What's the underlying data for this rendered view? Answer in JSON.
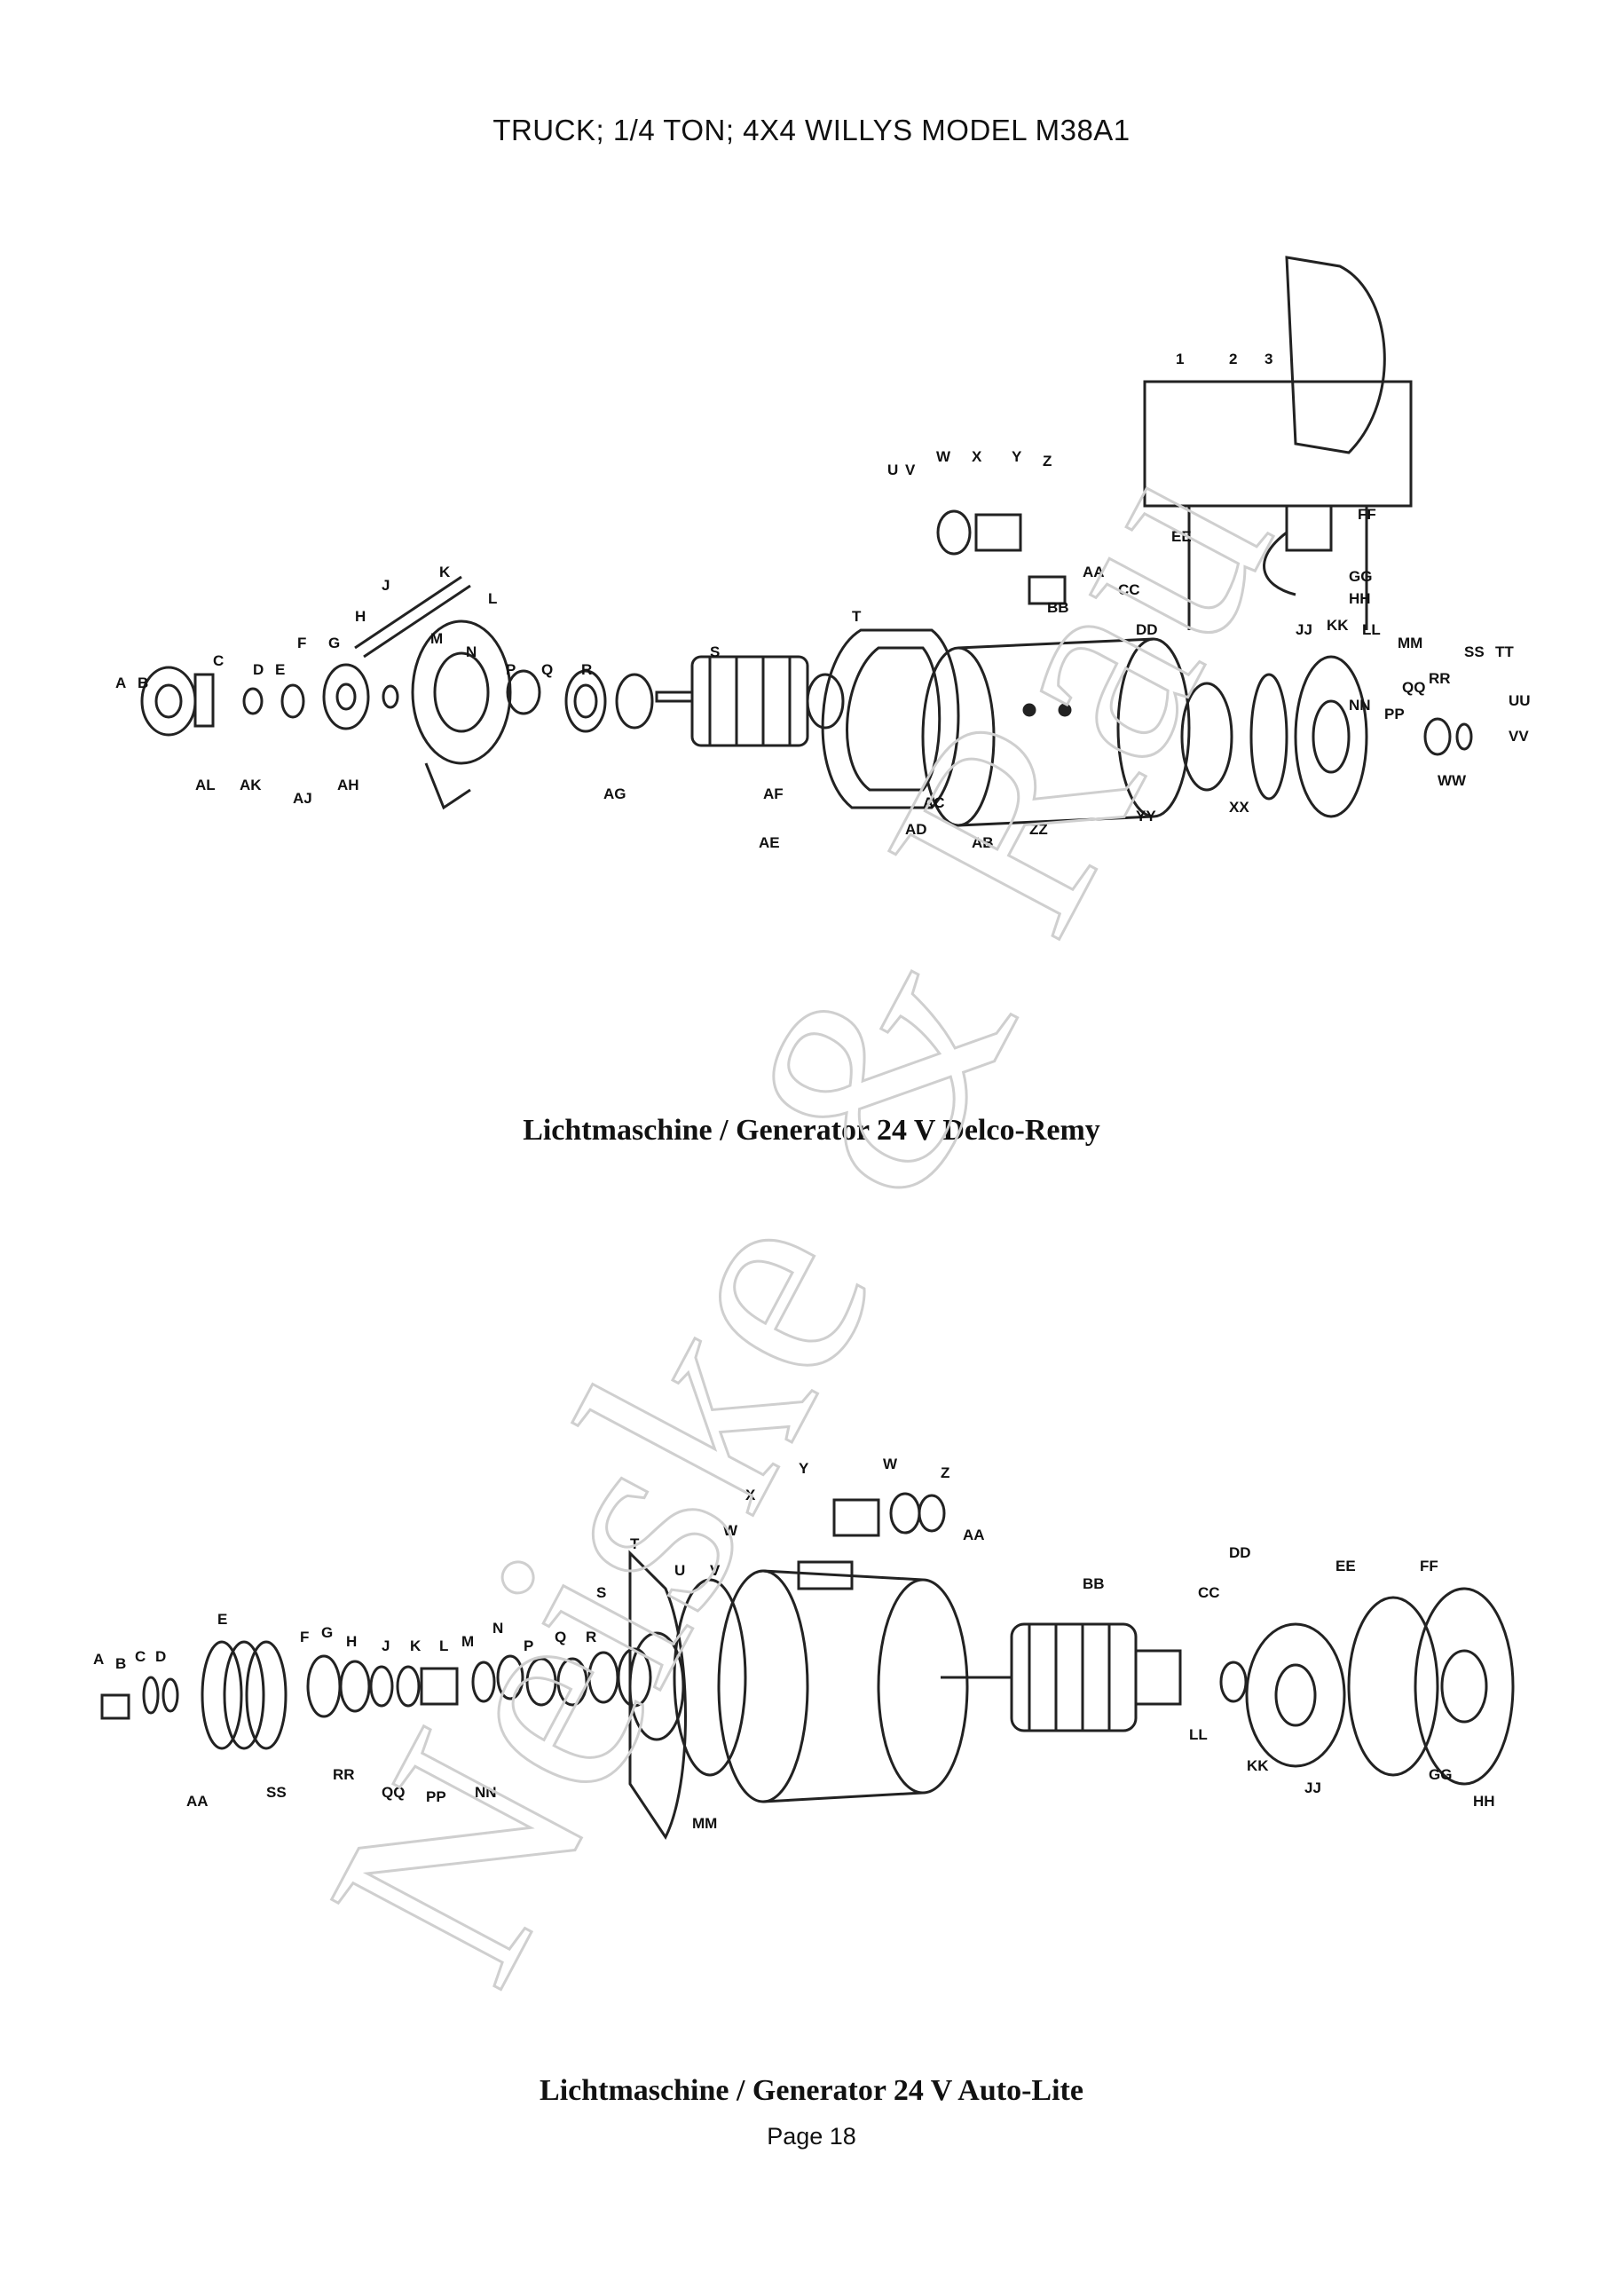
{
  "header": {
    "title": "TRUCK; 1/4 TON; 4X4 WILLYS MODEL M38A1"
  },
  "figure1": {
    "caption": "Lichtmaschine / Generator 24 V Delco-Remy",
    "labels": [
      "A",
      "B",
      "C",
      "D",
      "E",
      "F",
      "G",
      "H",
      "J",
      "K",
      "L",
      "M",
      "N",
      "P",
      "Q",
      "R",
      "S",
      "T",
      "U",
      "V",
      "W",
      "X",
      "Y",
      "Z",
      "AA",
      "BB",
      "CC",
      "DD",
      "EE",
      "FF",
      "GG",
      "HH",
      "JJ",
      "KK",
      "LL",
      "MM",
      "NN",
      "PP",
      "QQ",
      "RR",
      "SS",
      "TT",
      "UU",
      "VV",
      "WW",
      "XX",
      "YY",
      "ZZ",
      "AB",
      "AC",
      "AD",
      "AE",
      "AF",
      "AG",
      "AH",
      "AJ",
      "AK",
      "AL",
      "1",
      "2",
      "3"
    ]
  },
  "figure2": {
    "caption": "Lichtmaschine / Generator 24 V Auto-Lite",
    "labels": [
      "A",
      "B",
      "C",
      "D",
      "E",
      "F",
      "G",
      "H",
      "J",
      "K",
      "L",
      "M",
      "N",
      "P",
      "Q",
      "R",
      "S",
      "T",
      "U",
      "V",
      "W",
      "X",
      "Y",
      "Z",
      "AA",
      "BB",
      "CC",
      "DD",
      "EE",
      "FF",
      "GG",
      "HH",
      "JJ",
      "KK",
      "LL",
      "MM",
      "NN",
      "PP",
      "QQ",
      "RR",
      "SS"
    ]
  },
  "footer": {
    "page_label": "Page  18"
  },
  "watermark": {
    "text": "Neiske & Rau"
  }
}
